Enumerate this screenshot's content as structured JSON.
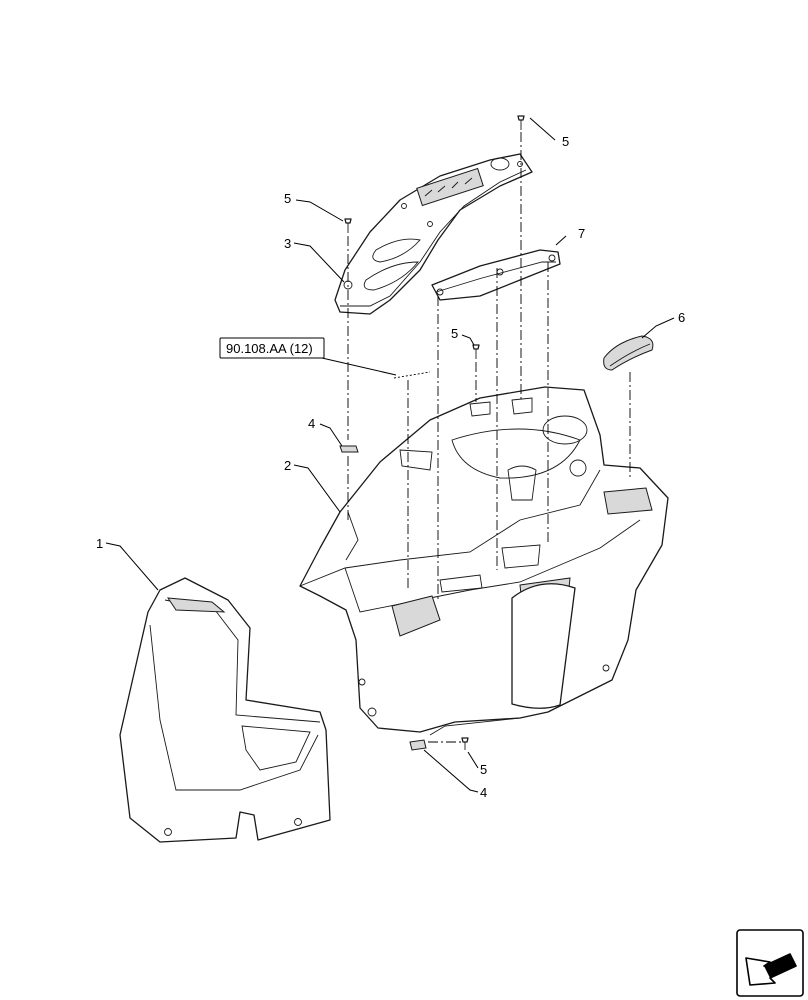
{
  "callouts": {
    "c1": "1",
    "c2": "2",
    "c3": "3",
    "c4a": "4",
    "c4b": "4",
    "c5a": "5",
    "c5b": "5",
    "c5c": "5",
    "c5d": "5",
    "c6": "6",
    "c7": "7"
  },
  "reference": {
    "label": "90.108.AA (12)"
  },
  "icons": {
    "nav": "arrow-icon"
  },
  "colors": {
    "line": "#1a1a1a",
    "shade": "#d9d9d9",
    "dark": "#8c8c8c"
  }
}
